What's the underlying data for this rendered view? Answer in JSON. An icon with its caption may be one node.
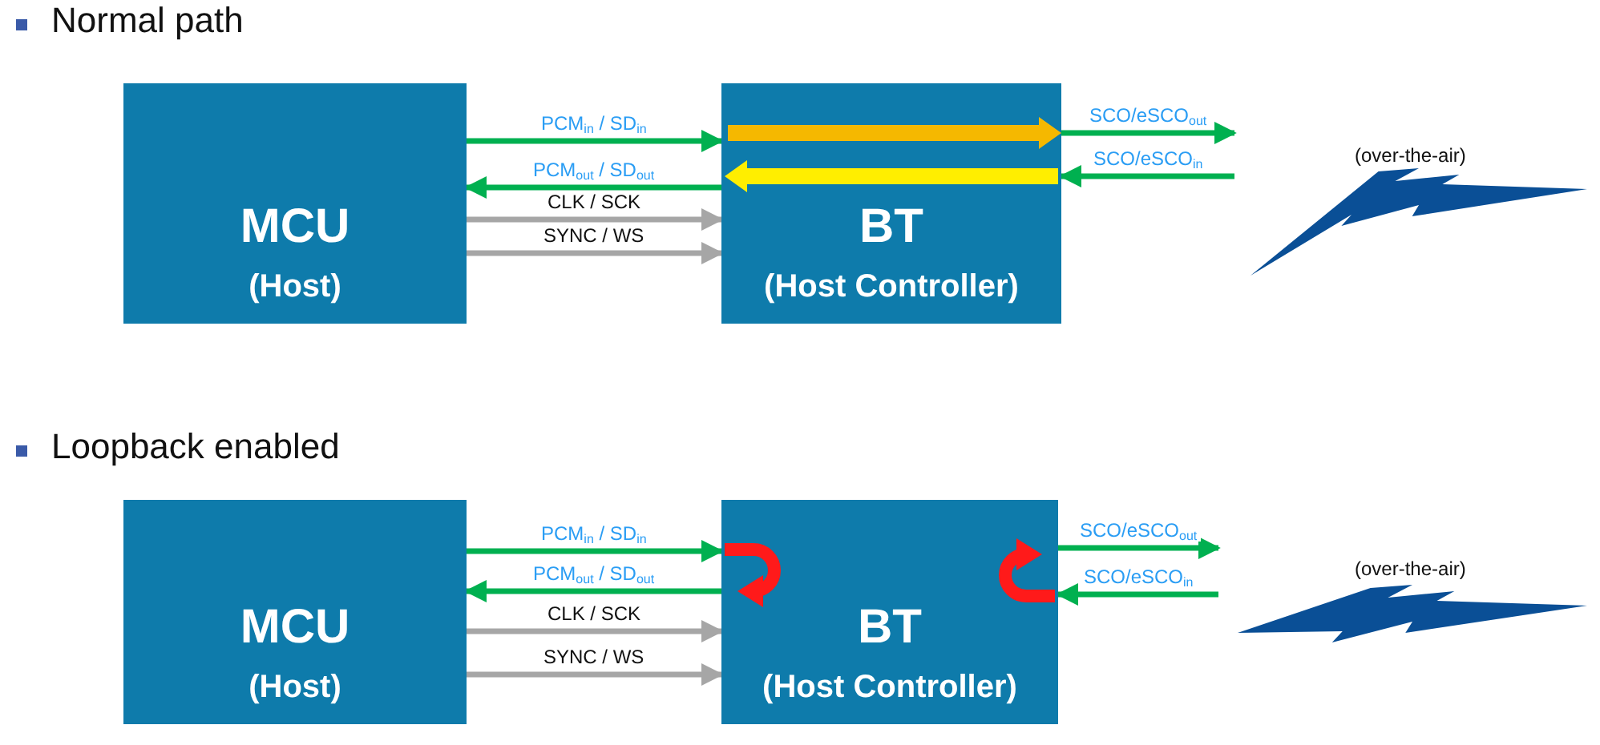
{
  "diagram": {
    "nodes": [
      {
        "text": [
          "MCU",
          "(Host)"
        ]
      },
      {
        "text": [
          "BT",
          "(Host Controller)"
        ]
      },
      {
        "text": [
          "MCU",
          "(Host)"
        ]
      },
      {
        "text": [
          "BT",
          "(Host Controller)"
        ]
      }
    ],
    "edges": [
      {
        "from": 0,
        "to": 1,
        "arrow": "to",
        "label": "PCM$_{in}$ / SD$_{in}$"
      },
      {
        "from": 1,
        "to": 0,
        "arrow": "to",
        "label": "PCM$_{out}$ / SD$_{out}$"
      },
      {
        "from": 0,
        "to": 1,
        "arrow": "to",
        "label": "CLK / SCK",
        "color": "#a6a6a6"
      },
      {
        "from": 0,
        "to": 1,
        "arrow": "to",
        "label": "SYNC / WS",
        "color": "#a6a6a6"
      },
      {
        "from": 1,
        "to": null,
        "arrow": "to",
        "label": "SCO/eSCO$_{out}$"
      },
      {
        "from": null,
        "to": 1,
        "arrow": "to",
        "label": "SCO/eSCO$_{in}$"
      },
      {
        "from": 2,
        "to": 3,
        "arrow": "to",
        "label": "PCM$_{in}$ / SD$_{in}$"
      },
      {
        "from": 3,
        "to": 2,
        "arrow": "to",
        "label": "PCM$_{out}$ / SD$_{out}$"
      },
      {
        "from": 2,
        "to": 3,
        "arrow": "to",
        "label": "CLK / SCK",
        "color": "#a6a6a6"
      },
      {
        "from": 2,
        "to": 3,
        "arrow": "to",
        "label": "SYNC / WS",
        "color": "#a6a6a6"
      },
      {
        "from": 3,
        "to": null,
        "arrow": "to",
        "label": "SCO/eSCO$_{out}$"
      },
      {
        "from": null,
        "to": 3,
        "arrow": "to",
        "label": "SCO/eSCO$_{in}$"
      }
    ],
    "labels": [
      "Normal path",
      "(over-the-air)",
      "Loopback enabled",
      "(over-the-air)"
    ]
  }
}
